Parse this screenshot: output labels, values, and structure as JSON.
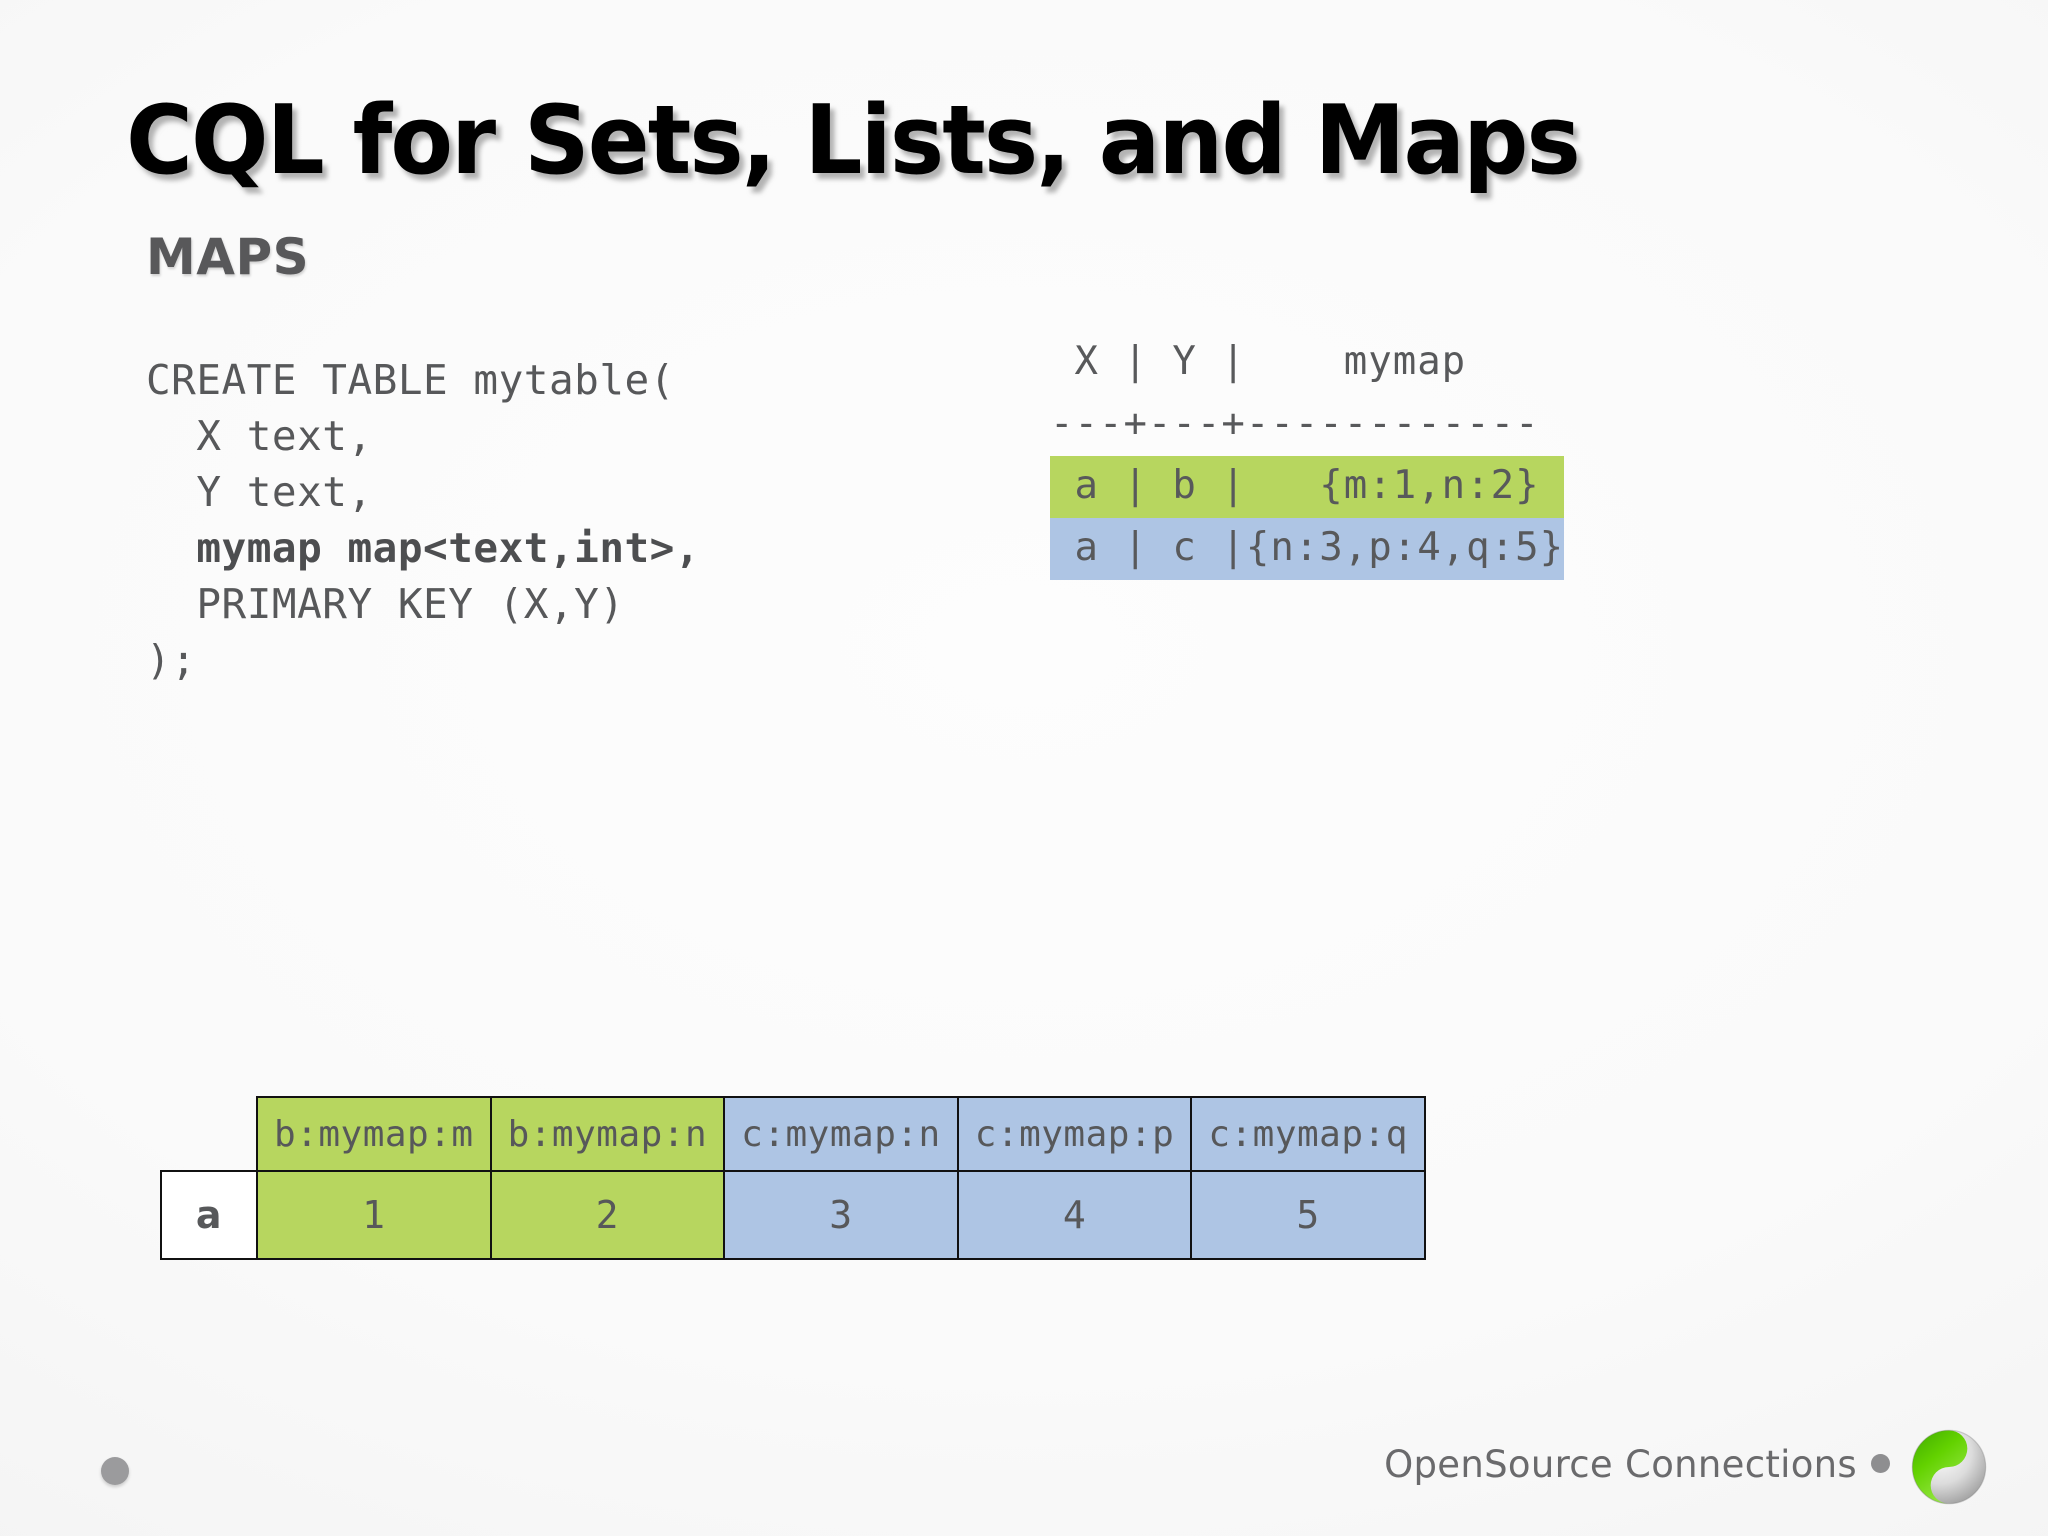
{
  "slide": {
    "title": "CQL for Sets, Lists, and Maps",
    "section_heading": "MAPS"
  },
  "code_block": {
    "lines": [
      {
        "text": "CREATE TABLE mytable(",
        "bold": false
      },
      {
        "text": "  X text,",
        "bold": false
      },
      {
        "text": "  Y text,",
        "bold": false
      },
      {
        "text": "  mymap map<text,int>,",
        "bold": true
      },
      {
        "text": "  PRIMARY KEY (X,Y)",
        "bold": false
      },
      {
        "text": ");",
        "bold": false
      }
    ]
  },
  "cql_output": {
    "header": " X | Y |    mymap",
    "separator": "---+---+------------",
    "rows": [
      {
        "text": " a | b |   {m:1,n:2}",
        "highlight": "green"
      },
      {
        "text": " a | c |{n:3,p:4,q:5}",
        "highlight": "blue"
      }
    ]
  },
  "physical_table": {
    "row_key": "a",
    "columns": [
      {
        "header": "b:mymap:m",
        "value": "1",
        "highlight": "green"
      },
      {
        "header": "b:mymap:n",
        "value": "2",
        "highlight": "green"
      },
      {
        "header": "c:mymap:n",
        "value": "3",
        "highlight": "blue"
      },
      {
        "header": "c:mymap:p",
        "value": "4",
        "highlight": "blue"
      },
      {
        "header": "c:mymap:q",
        "value": "5",
        "highlight": "blue"
      }
    ]
  },
  "footer": {
    "brand": "OpenSource Connections"
  },
  "colors": {
    "green": "#b7d65f",
    "blue": "#aec5e4",
    "text_gray": "#57585a",
    "heading_gray": "#58585a",
    "logo_green": "#58c800"
  }
}
